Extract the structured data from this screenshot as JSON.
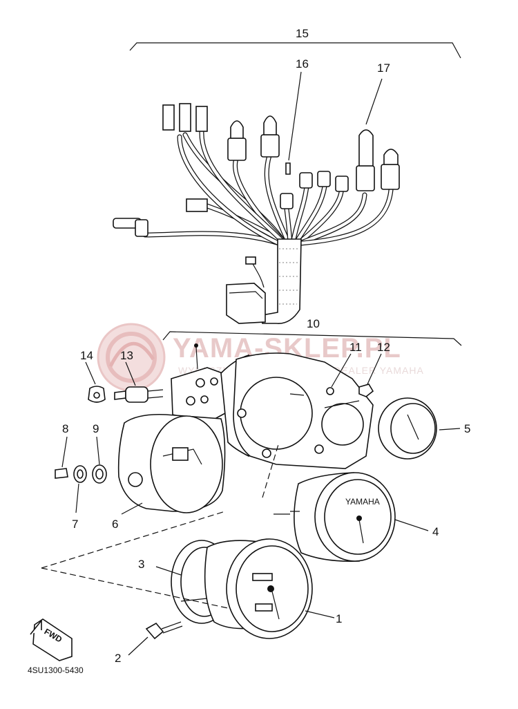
{
  "diagram": {
    "callouts": [
      {
        "id": "c1",
        "text": "1"
      },
      {
        "id": "c2",
        "text": "2"
      },
      {
        "id": "c3",
        "text": "3"
      },
      {
        "id": "c4",
        "text": "4"
      },
      {
        "id": "c5",
        "text": "5"
      },
      {
        "id": "c6",
        "text": "6"
      },
      {
        "id": "c7",
        "text": "7"
      },
      {
        "id": "c8",
        "text": "8"
      },
      {
        "id": "c9",
        "text": "9"
      },
      {
        "id": "c10",
        "text": "10"
      },
      {
        "id": "c11",
        "text": "11"
      },
      {
        "id": "c12",
        "text": "12"
      },
      {
        "id": "c13",
        "text": "13"
      },
      {
        "id": "c14",
        "text": "14"
      },
      {
        "id": "c15",
        "text": "15"
      },
      {
        "id": "c16",
        "text": "16"
      },
      {
        "id": "c17",
        "text": "17"
      }
    ],
    "part_code": "4SU1300-5430",
    "fwd_arrow_text": "FWD",
    "gauge_brand": "YAMAHA",
    "watermark_logo": "YAMA-SKLEP.PL",
    "watermark_tagline": "WYŁĄCZNY AUTORYZOWANY DEALER YAMAHA"
  },
  "colors": {
    "ink": "#111111",
    "watermark": "#e8c9c9"
  }
}
